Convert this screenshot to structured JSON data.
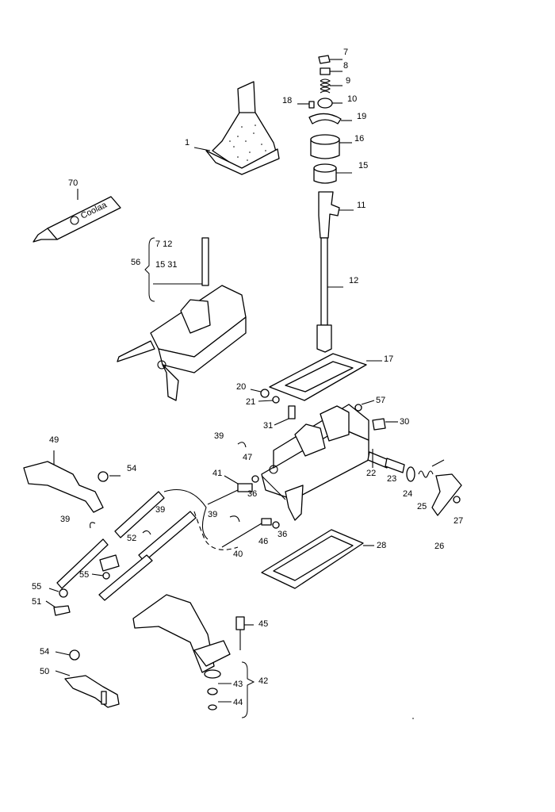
{
  "diagram": {
    "callouts": {
      "c1": "1",
      "c7": "7",
      "c8": "8",
      "c9": "9",
      "c10": "10",
      "c18": "18",
      "c19": "19",
      "c16": "16",
      "c15": "15",
      "c11": "11",
      "c12": "12",
      "c70": "70",
      "c56": "56",
      "c56a": "7  12",
      "c56b": "15  31",
      "c17": "17",
      "c20": "20",
      "c21": "21",
      "c57": "57",
      "c31": "31",
      "c30": "30",
      "c39a": "39",
      "c47": "47",
      "c49": "49",
      "c54a": "54",
      "c41": "41",
      "c36a": "36",
      "c39b": "39",
      "c39c": "39",
      "c39d": "39",
      "c22": "22",
      "c23": "23",
      "c24": "24",
      "c25": "25",
      "c27": "27",
      "c26": "26",
      "c52": "52",
      "c46": "46",
      "c36b": "36",
      "c40": "40",
      "c28": "28",
      "c55a": "55",
      "c55b": "55",
      "c51": "51",
      "c45": "45",
      "c54b": "54",
      "c50": "50",
      "c42": "42",
      "c43": "43",
      "c44": "44"
    },
    "tube_text": "Coolaa"
  }
}
